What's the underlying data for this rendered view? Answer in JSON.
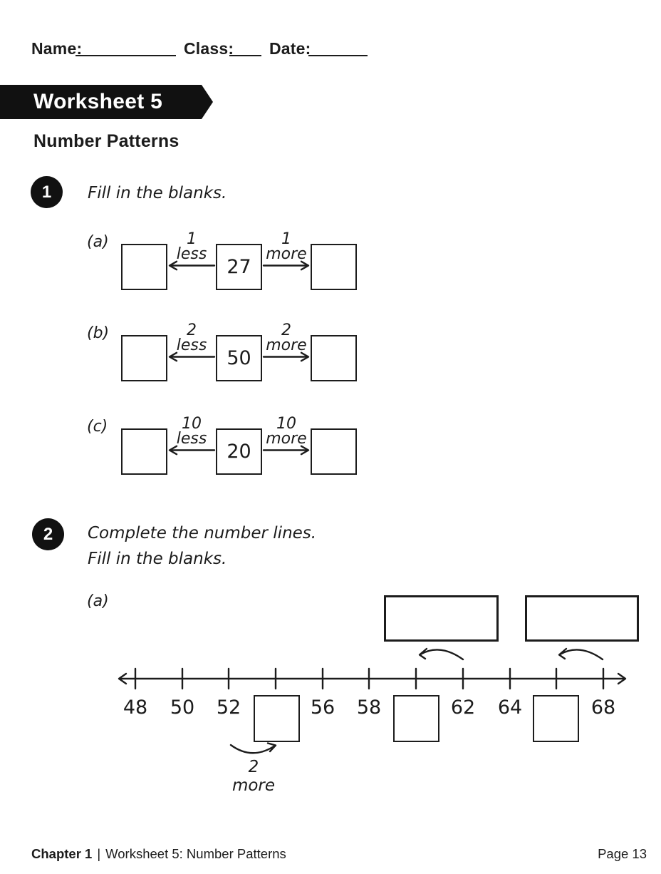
{
  "colors": {
    "ink": "#1c1c1c",
    "paper": "#ffffff"
  },
  "header": {
    "name_label": "Name:",
    "class_label": "Class:",
    "date_label": "Date:"
  },
  "banner": {
    "title": "Worksheet 5"
  },
  "page_heading": "Number Patterns",
  "q1": {
    "number": "1",
    "instruction": "Fill in the blanks.",
    "rows": [
      {
        "label": "(a)",
        "less_amount": "1",
        "less_word": "less",
        "value": "27",
        "more_amount": "1",
        "more_word": "more"
      },
      {
        "label": "(b)",
        "less_amount": "2",
        "less_word": "less",
        "value": "50",
        "more_amount": "2",
        "more_word": "more"
      },
      {
        "label": "(c)",
        "less_amount": "10",
        "less_word": "less",
        "value": "20",
        "more_amount": "10",
        "more_word": "more"
      }
    ]
  },
  "q2": {
    "number": "2",
    "instruction_line1": "Complete the number lines.",
    "instruction_line2": "Fill in the blanks.",
    "part_label": "(a)",
    "number_line": {
      "labels": [
        "48",
        "50",
        "52",
        "56",
        "58",
        "62",
        "64",
        "68"
      ],
      "arrow_caption": "2 more"
    }
  },
  "footer": {
    "chapter": "Chapter 1",
    "separator": "|",
    "worksheet_title": "Worksheet 5: Number Patterns",
    "page_label": "Page 13"
  }
}
